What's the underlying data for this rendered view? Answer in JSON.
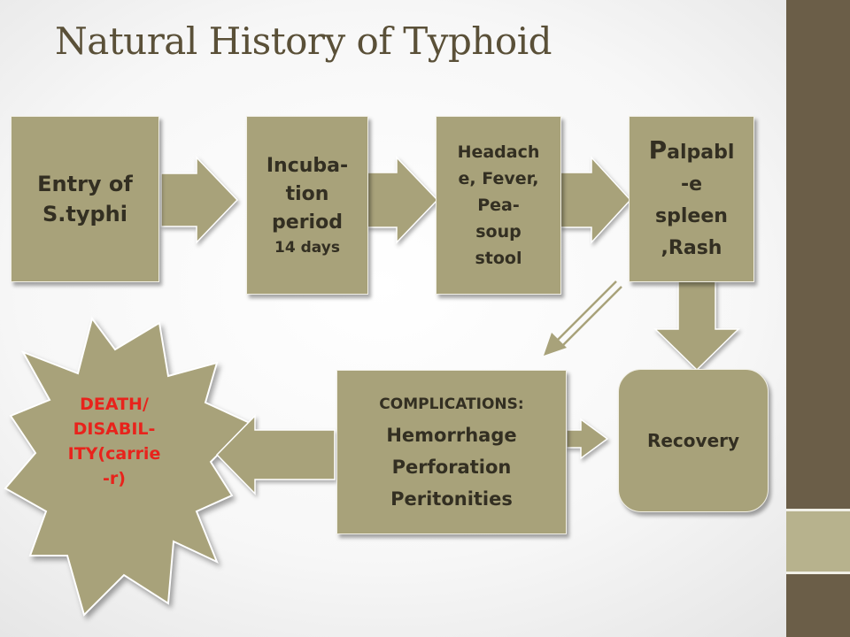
{
  "title": "Natural History of Typhoid",
  "colors": {
    "box_fill": "#a8a27a",
    "box_text": "#332f22",
    "title": "#5a5038",
    "death_text": "#e8231c",
    "sidebar": "#6b5e48",
    "sidebar_band": "#b7b28d"
  },
  "stages": {
    "entry": {
      "lines": [
        "Entry of",
        "S.typhi"
      ]
    },
    "incubation": {
      "lines": [
        "Incuba-",
        "tion",
        "period"
      ],
      "sub": "14 days"
    },
    "symptoms": {
      "lines": [
        "Headach",
        "e, Fever,",
        "Pea-",
        "soup",
        "stool"
      ]
    },
    "spleen": {
      "initial": "P",
      "lines_first_rest": "alpabl",
      "lines": [
        "-e",
        "spleen",
        ",Rash"
      ]
    },
    "recovery": {
      "label": "Recovery"
    },
    "complications": {
      "heading": "COMPLICATIONS:",
      "items": [
        "Hemorrhage",
        "Perforation",
        "Peritonities"
      ]
    },
    "death": {
      "lines": [
        "DEATH/",
        "DISABIL-",
        "ITY(carrie",
        "-r)"
      ]
    }
  }
}
